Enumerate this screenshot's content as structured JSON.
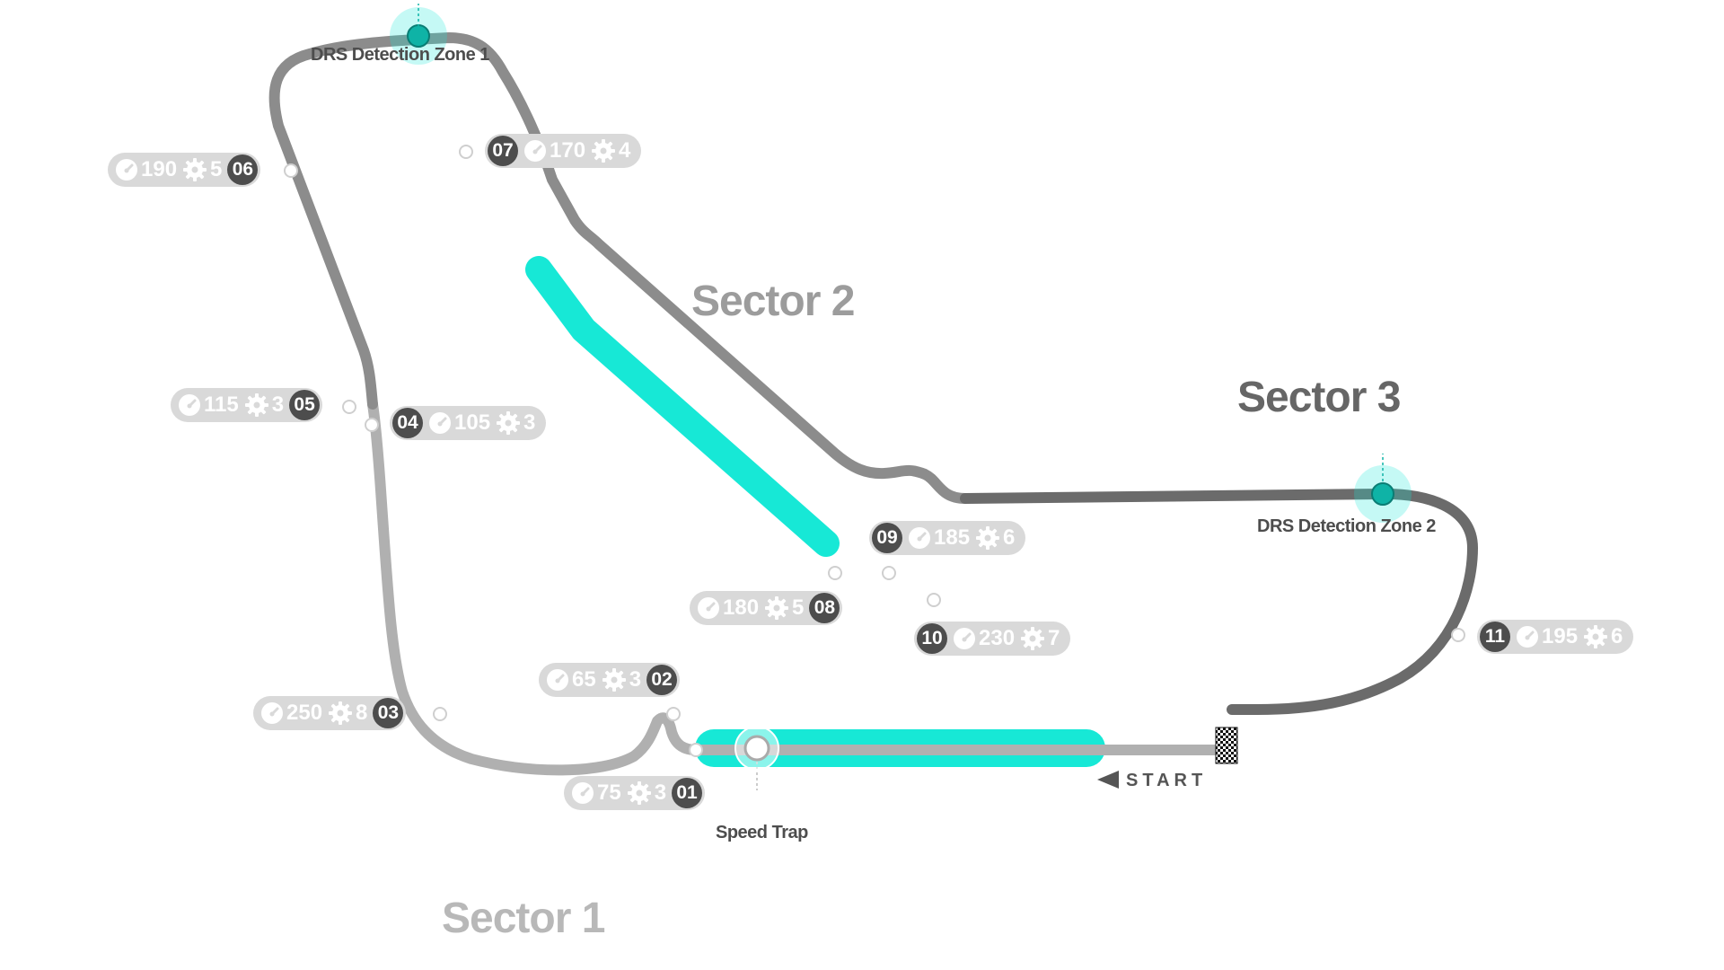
{
  "colors": {
    "drs_zone": "#17e8d6",
    "detection_dot": "#0fb3a6",
    "sector1_track": "#b0b0b0",
    "sector2_track": "#8c8c8c",
    "sector3_track": "#6b6b6b",
    "corner_number_bg": "#4d4d4d",
    "pill_bg": "#d9d9d9",
    "sector1_label": "#b8b8b8",
    "sector2_label": "#9c9c9c",
    "sector3_label": "#666666"
  },
  "sectors": [
    {
      "label": "Sector 1"
    },
    {
      "label": "Sector 2"
    },
    {
      "label": "Sector 3"
    }
  ],
  "annotations": {
    "drs_detection_1": "DRS Detection Zone 1",
    "drs_detection_2": "DRS Detection Zone 2",
    "speed_trap": "Speed Trap",
    "start": "START"
  },
  "icons": {
    "speed": "speedometer-icon",
    "gear": "gear-icon",
    "finish": "checkered-flag-icon"
  },
  "corners": [
    {
      "number": "01",
      "speed": "75",
      "gear": "3"
    },
    {
      "number": "02",
      "speed": "65",
      "gear": "3"
    },
    {
      "number": "03",
      "speed": "250",
      "gear": "8"
    },
    {
      "number": "04",
      "speed": "105",
      "gear": "3"
    },
    {
      "number": "05",
      "speed": "115",
      "gear": "3"
    },
    {
      "number": "06",
      "speed": "190",
      "gear": "5"
    },
    {
      "number": "07",
      "speed": "170",
      "gear": "4"
    },
    {
      "number": "08",
      "speed": "180",
      "gear": "5"
    },
    {
      "number": "09",
      "speed": "185",
      "gear": "6"
    },
    {
      "number": "10",
      "speed": "230",
      "gear": "7"
    },
    {
      "number": "11",
      "speed": "195",
      "gear": "6"
    }
  ]
}
